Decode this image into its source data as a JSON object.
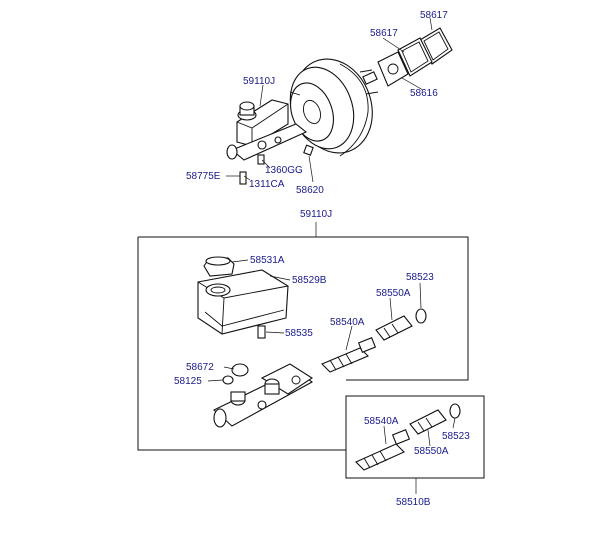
{
  "diagram": {
    "labels": {
      "gasket_outer": "58617",
      "gasket_inner": "58617",
      "spacer": "58616",
      "master_cyl_top": "59110J",
      "bolt_1360": "1360GG",
      "bolt_1311": "1311CA",
      "sensor": "58775E",
      "nut": "58620",
      "master_cyl_detail": "59110J",
      "cap": "58531A",
      "reservoir": "58529B",
      "grommet_a": "58523",
      "seal_a": "58550A",
      "piston_a": "58540A",
      "pin": "58535",
      "plug": "58672",
      "plug_b": "58125",
      "piston_b": "58540A",
      "grommet_b": "58523",
      "seal_b": "58550A",
      "kit": "58510B"
    }
  }
}
